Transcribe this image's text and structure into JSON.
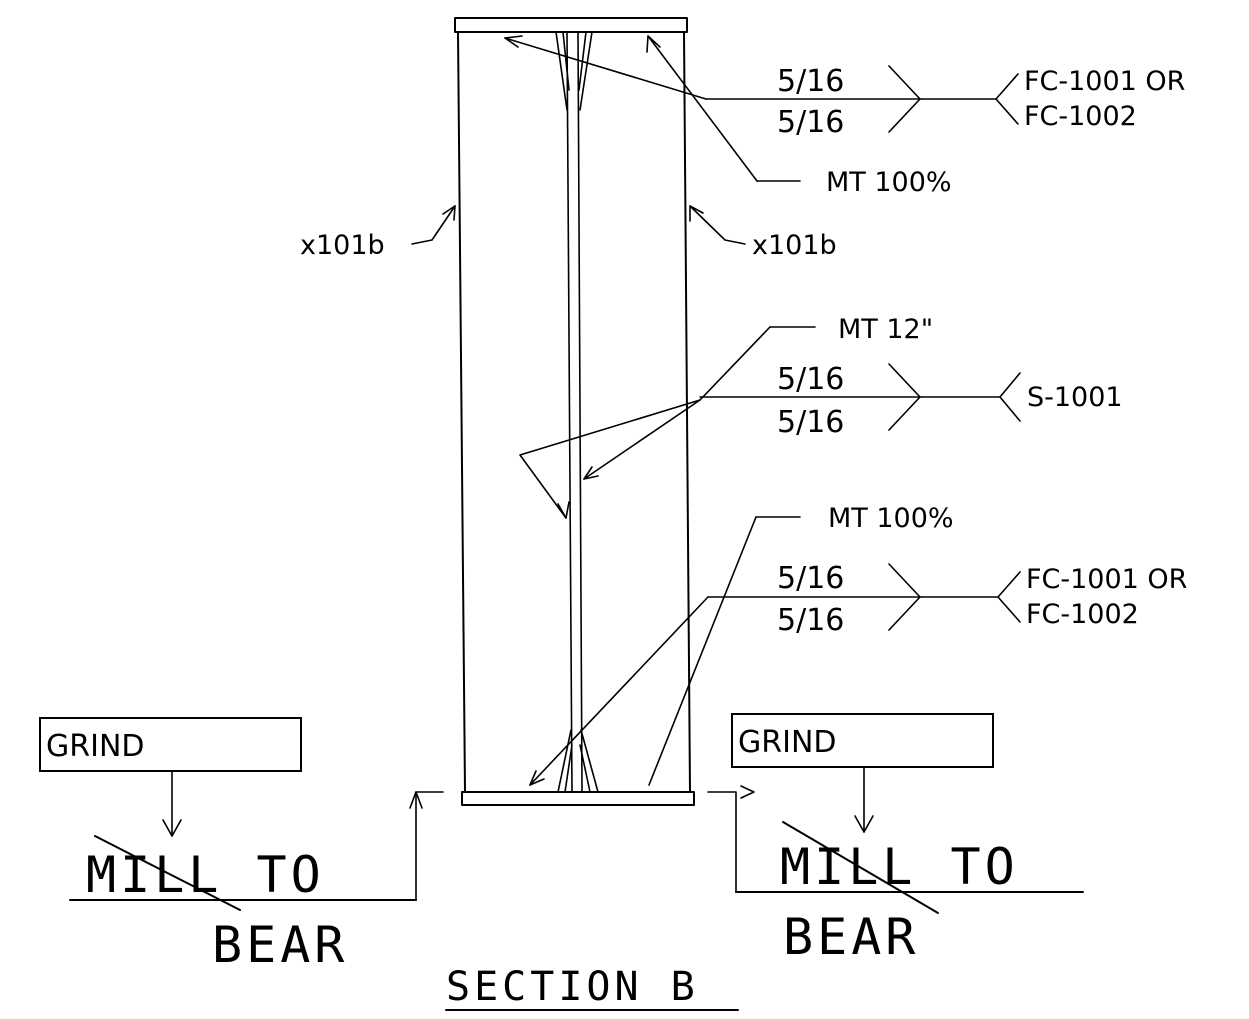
{
  "weld_callouts": {
    "top": {
      "size_top": "5/16",
      "size_bottom": "5/16",
      "tail_line1": "FC-1001 OR",
      "tail_line2": "FC-1002"
    },
    "middle": {
      "size_top": "5/16",
      "size_bottom": "5/16",
      "tail_line1": "S-1001"
    },
    "bottom": {
      "size_top": "5/16",
      "size_bottom": "5/16",
      "tail_line1": "FC-1001 OR",
      "tail_line2": "FC-1002"
    }
  },
  "inspection_notes": {
    "top": "MT 100%",
    "middle": "MT 12\"",
    "bottom": "MT 100%"
  },
  "member_marks": {
    "left": "x101b",
    "right": "x101b"
  },
  "left_detail": {
    "grind_label": "GRIND",
    "mill_label": "MILL TO",
    "bear_label": "BEAR"
  },
  "right_detail": {
    "grind_label": "GRIND",
    "mill_label": "MILL TO",
    "bear_label": "BEAR"
  },
  "title": "SECTION B"
}
